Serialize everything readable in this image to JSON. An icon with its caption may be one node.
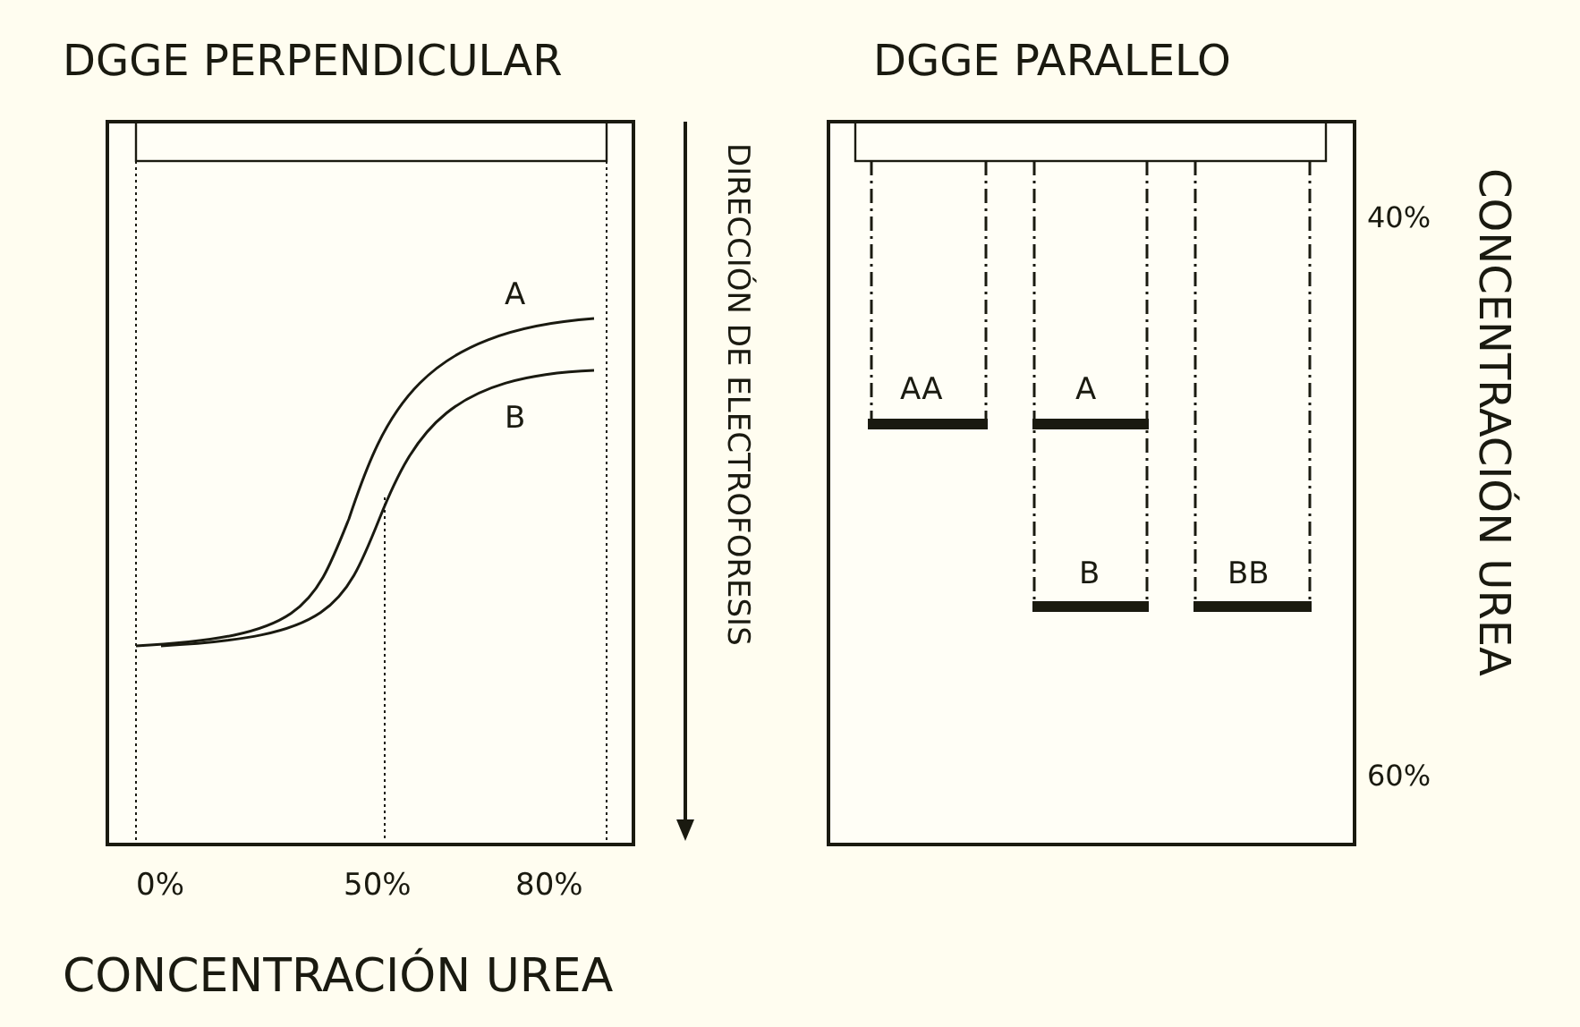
{
  "diagram": {
    "labels": [
      "DGGE PERPENDICULAR",
      "DGGE PARALELO",
      "DIRECCIÓN DE ELECTROFORESIS",
      "40%",
      "CONCENTRACIÓN UREA",
      "A",
      "B",
      "AA",
      "A",
      "B",
      "BB",
      "60%",
      "0%",
      "50%",
      "80%",
      "CONCENTRACIÓN UREA"
    ]
  }
}
